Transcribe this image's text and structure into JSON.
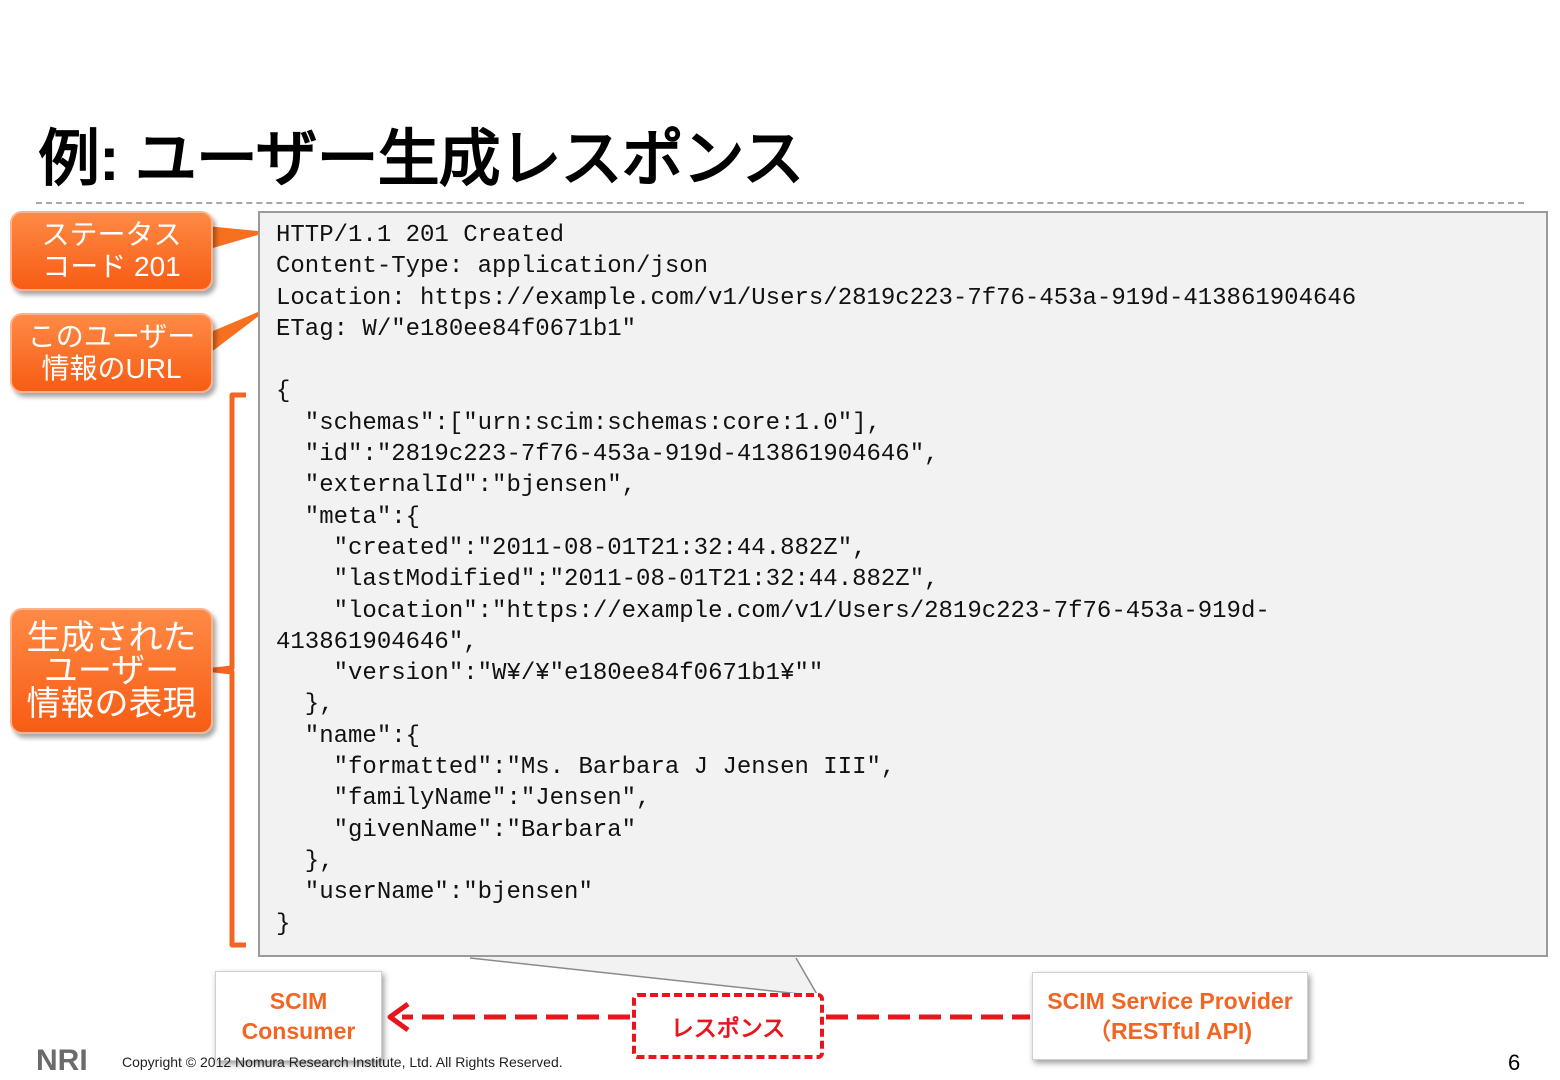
{
  "slide": {
    "title": "例: ユーザー生成レスポンス",
    "page_number": "6",
    "copyright": "Copyright © 2012 Nomura Research Institute, Ltd. All Rights Reserved.",
    "logo_text": "NRI"
  },
  "code_lines": [
    "HTTP/1.1 201 Created",
    "Content-Type: application/json",
    "Location: https://example.com/v1/Users/2819c223-7f76-453a-919d-413861904646",
    "ETag: W/\"e180ee84f0671b1\"",
    "",
    "{",
    "  \"schemas\":[\"urn:scim:schemas:core:1.0\"],",
    "  \"id\":\"2819c223-7f76-453a-919d-413861904646\",",
    "  \"externalId\":\"bjensen\",",
    "  \"meta\":{",
    "    \"created\":\"2011-08-01T21:32:44.882Z\",",
    "    \"lastModified\":\"2011-08-01T21:32:44.882Z\",",
    "    \"location\":\"https://example.com/v1/Users/2819c223-7f76-453a-919d-",
    "413861904646\",",
    "    \"version\":\"W¥/¥\"e180ee84f0671b1¥\"\"",
    "  },",
    "  \"name\":{",
    "    \"formatted\":\"Ms. Barbara J Jensen III\",",
    "    \"familyName\":\"Jensen\",",
    "    \"givenName\":\"Barbara\"",
    "  },",
    "  \"userName\":\"bjensen\"",
    "}"
  ],
  "callouts": {
    "status": [
      "ステータス",
      "コード 201"
    ],
    "url": [
      "このユーザー",
      "情報のURL"
    ],
    "representation": [
      "生成された",
      "ユーザー",
      "情報の表現"
    ]
  },
  "diagram": {
    "consumer": [
      "SCIM",
      "Consumer"
    ],
    "provider": [
      "SCIM Service Provider",
      "（RESTful API)"
    ],
    "response_label": "レスポンス"
  },
  "colors": {
    "accent_orange": "#f26522",
    "arrow_red": "#e8151d",
    "code_bg": "#f2f2f2"
  }
}
